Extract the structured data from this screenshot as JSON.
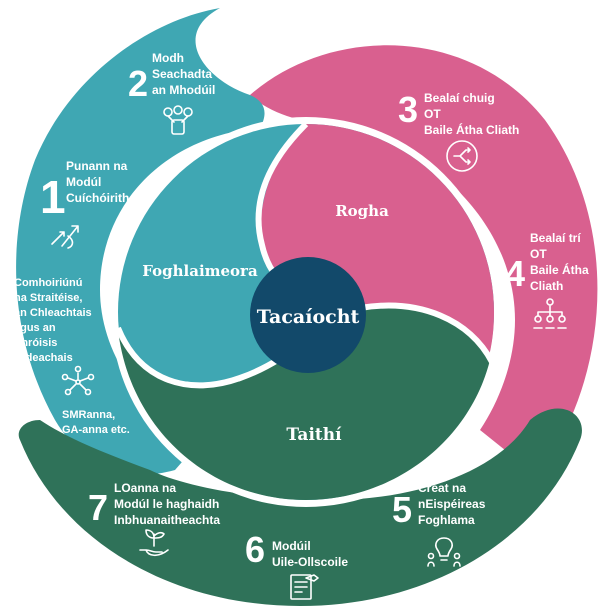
{
  "center": {
    "label": "Tacaíocht"
  },
  "inner": {
    "top_left": "Foghlaimeora",
    "top_right": "Rogha",
    "bottom": "Taithí"
  },
  "items": [
    {
      "number": "1",
      "lines": [
        "Punann na",
        "Modúl",
        "Cuíchóirithe"
      ],
      "icon": "recycle-arrows-icon"
    },
    {
      "number": "2",
      "lines": [
        "Modh",
        "Seachadta",
        "an Mhodúil"
      ],
      "icon": "devices-people-icon"
    },
    {
      "number": "3",
      "lines": [
        "Bealaí chuig",
        "OT",
        "Baile Átha Cliath"
      ],
      "icon": "pathway-arrows-icon"
    },
    {
      "number": "4",
      "lines": [
        "Bealaí trí",
        "OT",
        "Baile Átha",
        "Cliath"
      ],
      "icon": "hierarchy-people-icon"
    },
    {
      "number": "5",
      "lines": [
        "Creat na",
        "nEispéireas",
        "Foghlama"
      ],
      "icon": "lightbulb-people-icon"
    },
    {
      "number": "6",
      "lines": [
        "Modúil",
        "Uile-Ollscoile"
      ],
      "icon": "certificate-icon"
    },
    {
      "number": "7",
      "lines": [
        "LOanna na",
        "Modúl le haghaidh",
        "Inbhuanaitheachta"
      ],
      "icon": "hand-plant-icon"
    }
  ],
  "side_text": {
    "lines": [
      "Comhoiriúnú",
      "na Straitéise,",
      "an Chleachtais",
      "agus an",
      "Phróisis",
      "Oideachais"
    ],
    "icon": "people-circle-icon",
    "footer_lines": [
      "SMRanna,",
      "GA-anna etc."
    ]
  },
  "colors": {
    "blue": "#3fa7b3",
    "pink": "#d9608f",
    "green": "#2f7259",
    "navy": "#12496a"
  }
}
